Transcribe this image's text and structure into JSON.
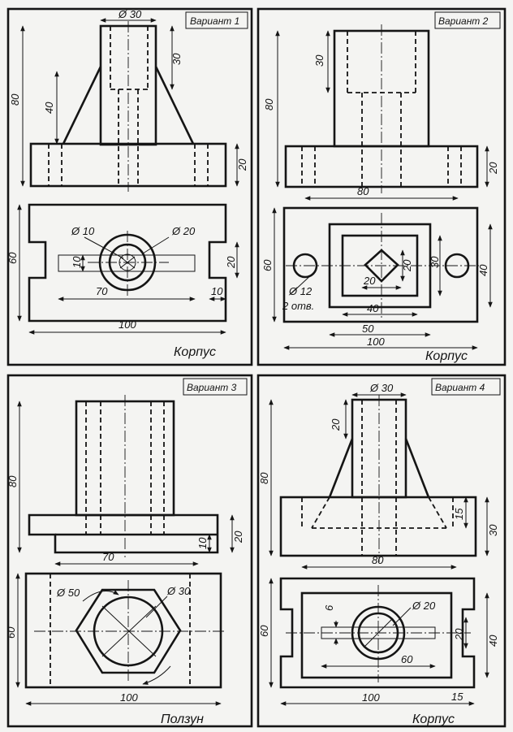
{
  "panels": [
    {
      "variant": "Вариант 1",
      "name": "Корпус",
      "dims": {
        "d30": "Ø 30",
        "h30": "30",
        "h80": "80",
        "h40": "40",
        "h20": "20",
        "w60": "60",
        "d10": "Ø 10",
        "d20": "Ø 20",
        "s10": "10",
        "s20": "20",
        "w70": "70",
        "w10": "10",
        "w100": "100"
      }
    },
    {
      "variant": "Вариант 2",
      "name": "Корпус",
      "dims": {
        "h30": "30",
        "h80": "80",
        "h20": "20",
        "w80": "80",
        "w60": "60",
        "d12": "Ø 12",
        "holes": "2 отв.",
        "s20a": "20",
        "s20b": "20",
        "s30": "30",
        "s40": "40",
        "w40": "40",
        "w50": "50",
        "w100": "100"
      }
    },
    {
      "variant": "Вариант 3",
      "name": "Ползун",
      "dims": {
        "h80": "80",
        "h20": "20",
        "h10": "10",
        "w70": "70",
        "w60": "60",
        "d50": "Ø 50",
        "d30": "Ø 30",
        "w100": "100"
      }
    },
    {
      "variant": "Вариант 4",
      "name": "Корпус",
      "dims": {
        "d30": "Ø 30",
        "h20": "20",
        "h80": "80",
        "h15": "15",
        "h30": "30",
        "w80": "80",
        "w60": "60",
        "s6": "6",
        "d20": "Ø 20",
        "s20": "20",
        "s40": "40",
        "w60b": "60",
        "w100": "100",
        "w15": "15"
      }
    }
  ]
}
